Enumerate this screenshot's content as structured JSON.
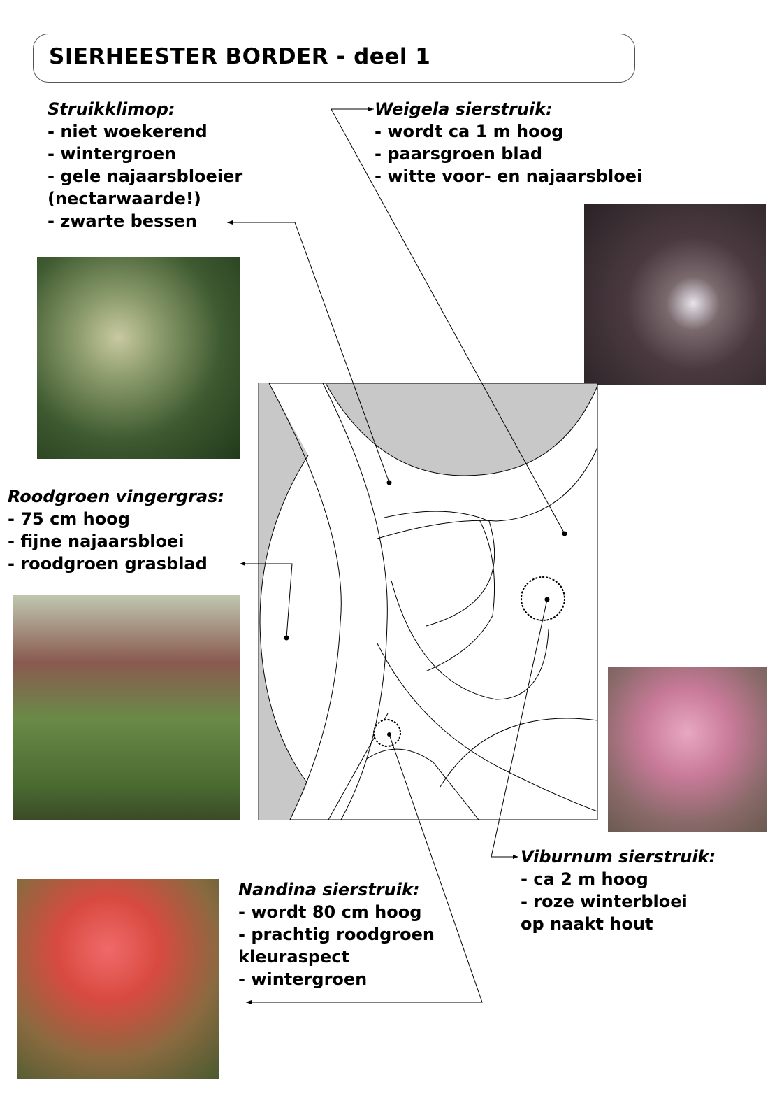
{
  "title": "SIERHEESTER BORDER - deel 1",
  "plants": {
    "struikklimop": {
      "heading": "Struikklimop:",
      "lines": [
        "- niet woekerend",
        "- wintergroen",
        "- gele najaarsbloeier",
        "(nectarwaarde!)",
        "- zwarte bessen"
      ]
    },
    "weigela": {
      "heading": "Weigela sierstruik:",
      "lines": [
        "- wordt ca 1 m hoog",
        "- paarsgroen blad",
        "- witte voor- en najaarsbloei"
      ]
    },
    "vingergras": {
      "heading": "Roodgroen vingergras:",
      "lines": [
        "- 75 cm hoog",
        "- fijne najaarsbloei",
        "- roodgroen grasblad"
      ]
    },
    "viburnum": {
      "heading": "Viburnum sierstruik:",
      "lines": [
        "- ca 2 m hoog",
        "- roze winterbloei",
        "op naakt hout"
      ]
    },
    "nandina": {
      "heading": "Nandina sierstruik:",
      "lines": [
        "- wordt 80 cm hoog",
        "- prachtig roodgroen",
        "kleuraspect",
        "- wintergroen"
      ]
    }
  },
  "colors": {
    "plan_gray": "#c8c8c8"
  }
}
